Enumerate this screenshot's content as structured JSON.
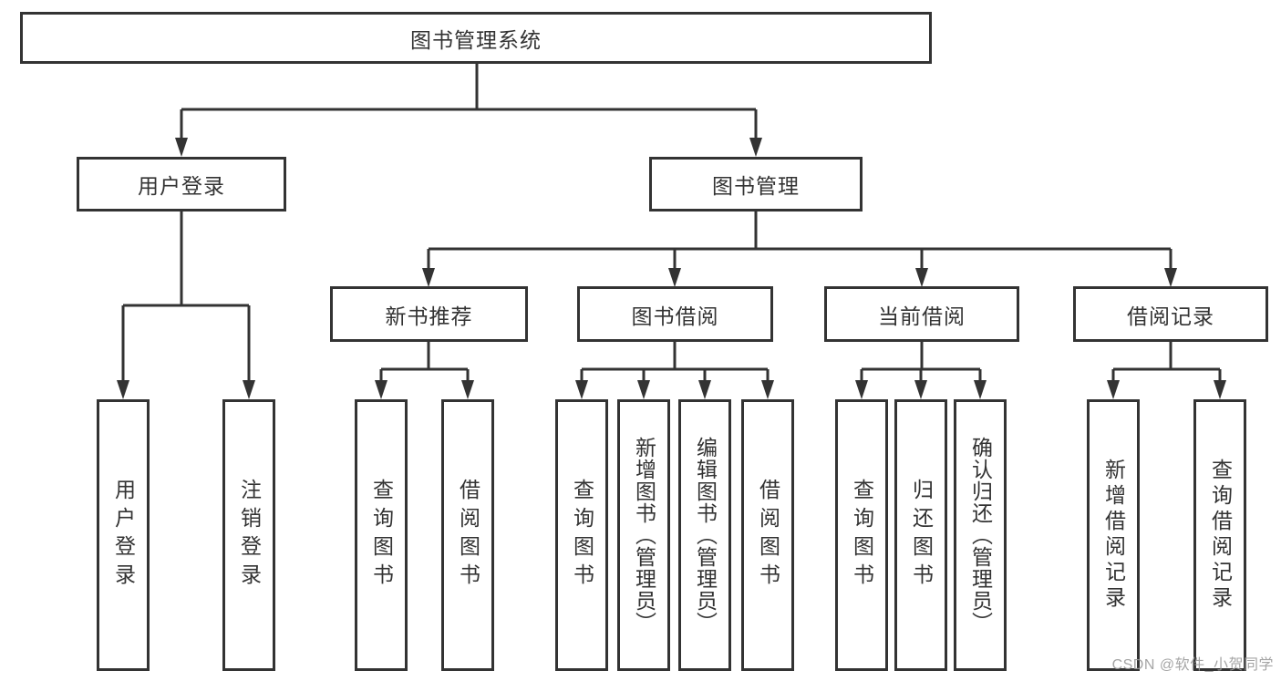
{
  "diagram": {
    "root": {
      "label": "图书管理系统"
    },
    "branches": [
      {
        "label": "用户登录",
        "children": [
          {
            "label": "用户登录"
          },
          {
            "label": "注销登录"
          }
        ]
      },
      {
        "label": "图书管理",
        "sections": [
          {
            "label": "新书推荐",
            "children": [
              {
                "label": "查询图书"
              },
              {
                "label": "借阅图书"
              }
            ]
          },
          {
            "label": "图书借阅",
            "children": [
              {
                "label": "查询图书"
              },
              {
                "label": "新增图书（管理员）"
              },
              {
                "label": "编辑图书（管理员）"
              },
              {
                "label": "借阅图书"
              }
            ]
          },
          {
            "label": "当前借阅",
            "children": [
              {
                "label": "查询图书"
              },
              {
                "label": "归还图书"
              },
              {
                "label": "确认归还（管理员）"
              }
            ]
          },
          {
            "label": "借阅记录",
            "children": [
              {
                "label": "新增借阅记录"
              },
              {
                "label": "查询借阅记录"
              }
            ]
          }
        ]
      }
    ],
    "colors": {
      "line": "#333333",
      "box_background": "#ffffff",
      "text": "#333333",
      "watermark": "#9b9b9b"
    },
    "watermark": "CSDN @软件_小贺同学"
  }
}
